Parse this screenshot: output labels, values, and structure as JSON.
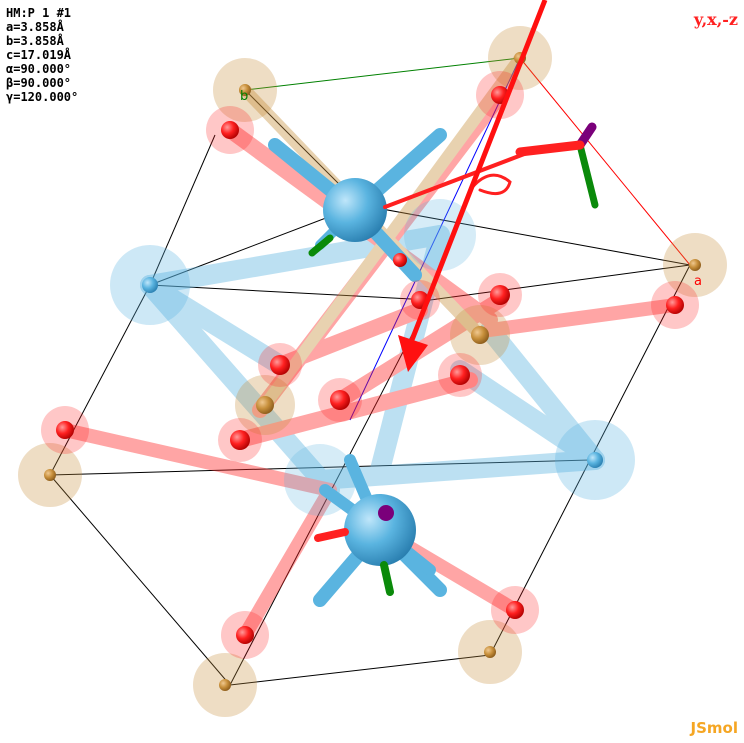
{
  "info": {
    "lines": [
      "HM:P 1 #1",
      "a=3.858Å",
      "b=3.858Å",
      "c=17.019Å",
      "α=90.000°",
      "β=90.000°",
      "γ=120.000°"
    ]
  },
  "orientation_label": "y,x,-z",
  "brand": "JSmol",
  "axis_labels": {
    "a": "a",
    "b": "b"
  },
  "colors": {
    "metal": "#5ab4e0",
    "oxygen": "#ff2020",
    "cation": "#c8903c",
    "cell_edge": "#000000",
    "axis_a": "#ff0000",
    "axis_b": "#008000",
    "axis_c": "#0000ff",
    "arrow": "#ff0000",
    "orientation": "#ff2020",
    "brand": "#f5a623",
    "marker_purple": "#7a007a",
    "marker_green": "#0a8a0a"
  }
}
